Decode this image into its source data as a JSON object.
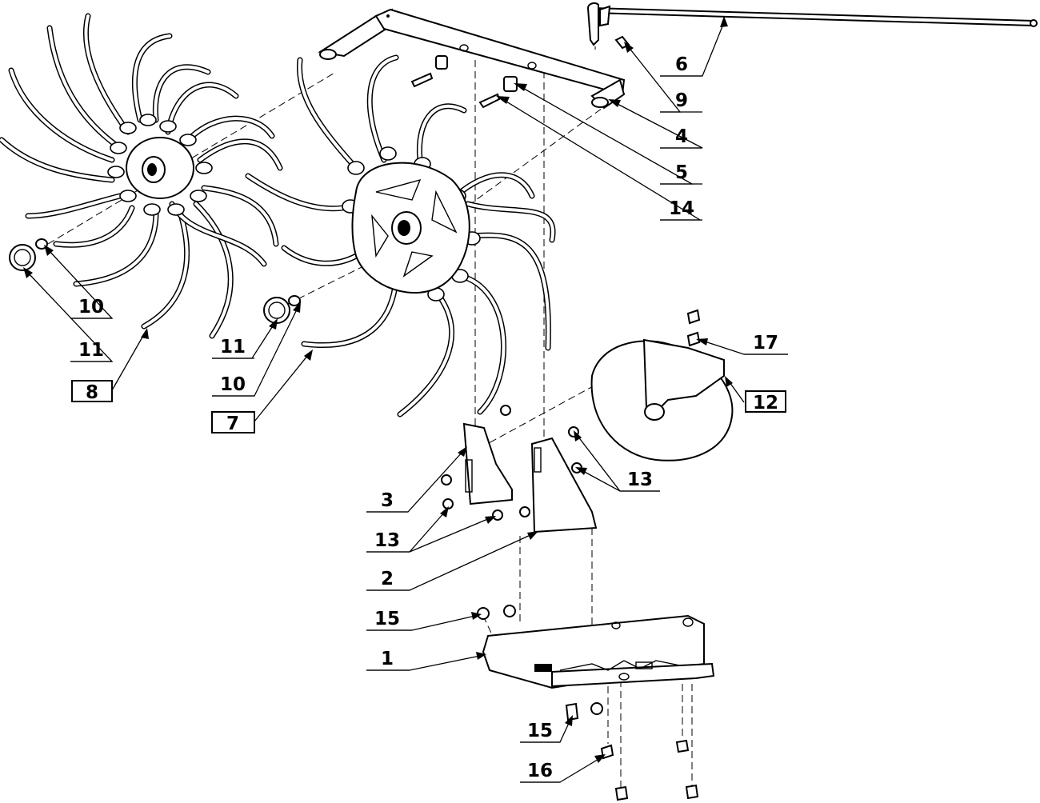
{
  "callouts": [
    {
      "id": "c6",
      "text": "6",
      "boxed": false
    },
    {
      "id": "c9",
      "text": "9",
      "boxed": false
    },
    {
      "id": "c4",
      "text": "4",
      "boxed": false
    },
    {
      "id": "c5",
      "text": "5",
      "boxed": false
    },
    {
      "id": "c14",
      "text": "14",
      "boxed": false
    },
    {
      "id": "c10a",
      "text": "10",
      "boxed": false
    },
    {
      "id": "c11a",
      "text": "11",
      "boxed": false
    },
    {
      "id": "c8",
      "text": "8",
      "boxed": true
    },
    {
      "id": "c11b",
      "text": "11",
      "boxed": false
    },
    {
      "id": "c10b",
      "text": "10",
      "boxed": false
    },
    {
      "id": "c7",
      "text": "7",
      "boxed": true
    },
    {
      "id": "c17",
      "text": "17",
      "boxed": false
    },
    {
      "id": "c12",
      "text": "12",
      "boxed": true
    },
    {
      "id": "c13a",
      "text": "13",
      "boxed": false
    },
    {
      "id": "c3",
      "text": "3",
      "boxed": false
    },
    {
      "id": "c13b",
      "text": "13",
      "boxed": false
    },
    {
      "id": "c2",
      "text": "2",
      "boxed": false
    },
    {
      "id": "c15a",
      "text": "15",
      "boxed": false
    },
    {
      "id": "c1",
      "text": "1",
      "boxed": false
    },
    {
      "id": "c15b",
      "text": "15",
      "boxed": false
    },
    {
      "id": "c16",
      "text": "16",
      "boxed": false
    }
  ],
  "colors": {
    "line": "#000000",
    "background": "#ffffff"
  }
}
